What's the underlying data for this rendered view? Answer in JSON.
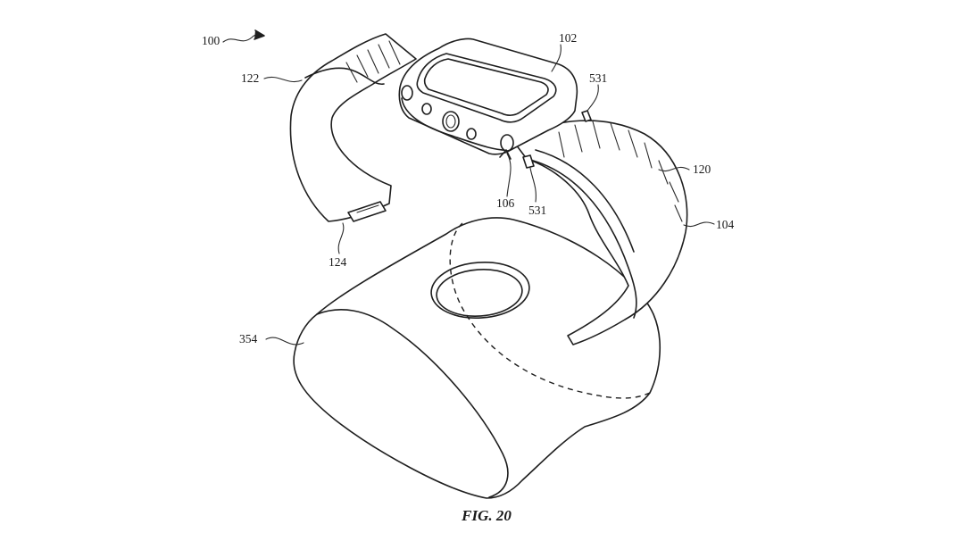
{
  "figure": {
    "caption": "FIG. 20",
    "labels": {
      "ref_100": "100",
      "ref_102": "102",
      "ref_104": "104",
      "ref_106": "106",
      "ref_120": "120",
      "ref_122": "122",
      "ref_124": "124",
      "ref_354": "354",
      "ref_531_top": "531",
      "ref_531_bottom": "531"
    }
  }
}
